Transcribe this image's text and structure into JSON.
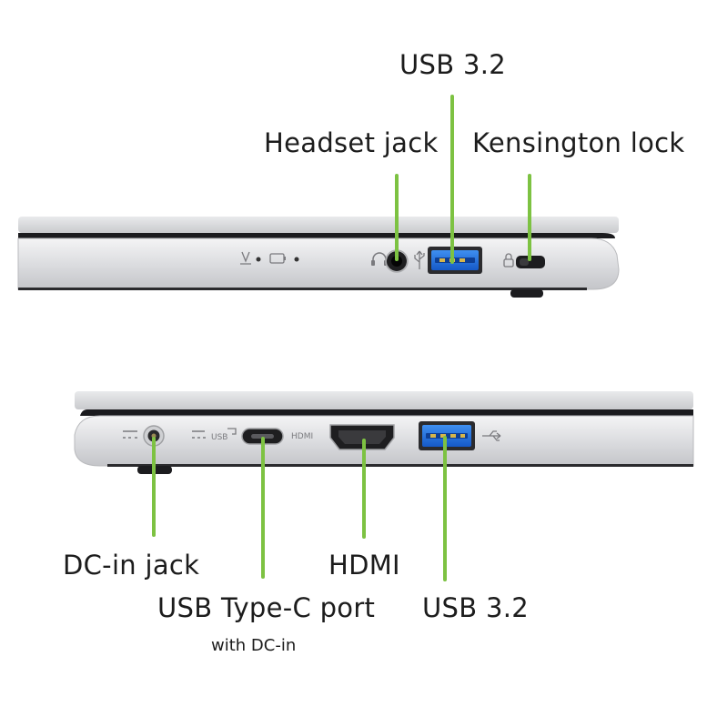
{
  "accent_color": "#7dc242",
  "top_view": {
    "labels": {
      "usb": "USB 3.2",
      "headset": "Headset jack",
      "kensington": "Kensington lock"
    },
    "icons": [
      "led-indicator-icon",
      "battery-indicator-icon",
      "headset-icon",
      "usb-icon",
      "lock-icon"
    ]
  },
  "bottom_view": {
    "labels": {
      "dc_in": "DC-in jack",
      "usb_c": "USB Type-C port",
      "usb_c_note": "with DC-in",
      "hdmi": "HDMI",
      "usb": "USB 3.2"
    },
    "port_marks": {
      "usbc": "USB",
      "hdmi": "HDMI"
    },
    "icons": [
      "dc-power-icon",
      "usb-c-power-icon",
      "hdmi-icon",
      "usb-icon"
    ]
  }
}
